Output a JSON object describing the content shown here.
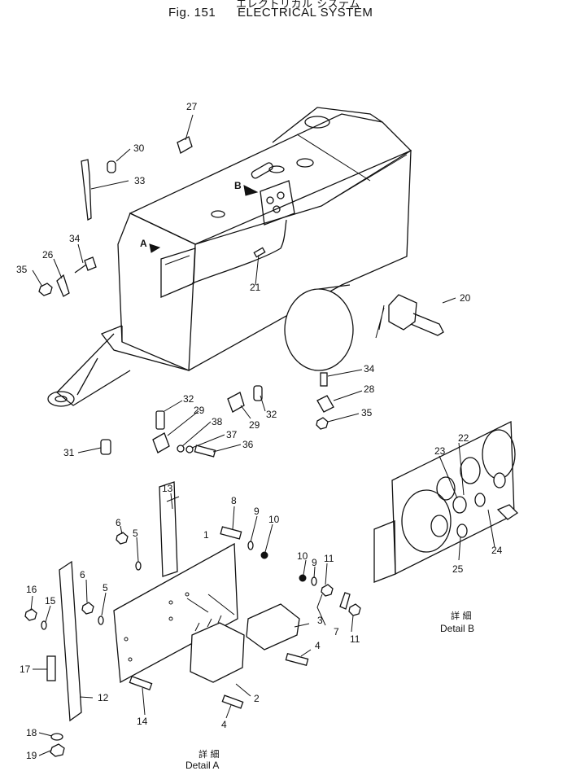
{
  "header": {
    "japanese_title": "エレクトリカル システム",
    "fig_number": "Fig. 151",
    "title": "ELECTRICAL SYSTEM"
  },
  "part_labels": [
    "1",
    "2",
    "3",
    "4",
    "4",
    "5",
    "5",
    "6",
    "6",
    "7",
    "8",
    "9",
    "9",
    "10",
    "10",
    "11",
    "11",
    "12",
    "13",
    "14",
    "15",
    "16",
    "17",
    "18",
    "19",
    "20",
    "21",
    "22",
    "23",
    "24",
    "25",
    "26",
    "27",
    "28",
    "29",
    "29",
    "30",
    "31",
    "32",
    "32",
    "33",
    "34",
    "34",
    "35",
    "35",
    "36",
    "37",
    "38"
  ],
  "details": {
    "a": {
      "jp": "詳 細",
      "label": "Detail A"
    },
    "b": {
      "jp": "詳 細",
      "label": "Detail B"
    }
  },
  "view_markers": {
    "a": "A",
    "b": "B"
  }
}
